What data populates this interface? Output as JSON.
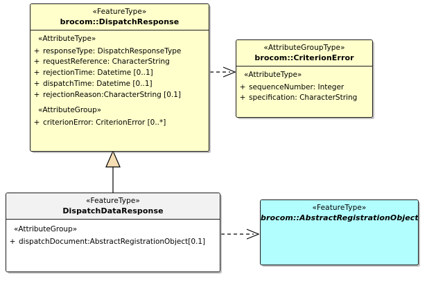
{
  "diagram": {
    "type": "uml-class-diagram",
    "background": "#ffffff",
    "colors": {
      "feature_type_fill": "#ffffcc",
      "attribute_group_type_fill": "#ffffcc",
      "subclass_fill": "#f2f2f2",
      "abstract_fill": "#b2fdfd",
      "border": "#1a1a1a",
      "generalization_triangle_fill": "#f5deb3"
    }
  },
  "classes": {
    "dispatch_response": {
      "stereotype": "«FeatureType»",
      "name": "brocom::DispatchResponse",
      "attribute_type_label": "«AttributeType»",
      "attributes": [
        {
          "visibility": "+",
          "text": "responseType: DispatchResponseType"
        },
        {
          "visibility": "+",
          "text": "requestReference: CharacterString"
        },
        {
          "visibility": "+",
          "text": "rejectionTime: Datetime [0..1]"
        },
        {
          "visibility": "+",
          "text": "dispatchTime: Datetime [0..1]"
        },
        {
          "visibility": "+",
          "text": "rejectionReason:CharacterString [0.1]"
        }
      ],
      "attribute_group_label": "«AttributeGroup»",
      "group_attributes": [
        {
          "visibility": "+",
          "text": "criterionError: CriterionError [0..*]"
        }
      ]
    },
    "criterion_error": {
      "stereotype": "«AttributeGroupType»",
      "name": "brocom::CriterionError",
      "attribute_type_label": "«AttributeType»",
      "attributes": [
        {
          "visibility": "+",
          "text": "sequenceNumber: Integer"
        },
        {
          "visibility": "+",
          "text": "specification: CharacterString"
        }
      ]
    },
    "dispatch_data_response": {
      "stereotype": "«FeatureType»",
      "name": "DispatchDataResponse",
      "attribute_group_label": "«AttributeGroup»",
      "group_attributes": [
        {
          "visibility": "+",
          "text": "dispatchDocument:AbstractRegistrationObject[0.1]"
        }
      ]
    },
    "abstract_registration_object": {
      "stereotype": "«FeatureType»",
      "name": "brocom::AbstractRegistrationObject"
    }
  },
  "relationships": [
    {
      "kind": "dependency",
      "style": "dashed-open-arrow",
      "from": "dispatch_response",
      "to": "criterion_error"
    },
    {
      "kind": "generalization",
      "style": "solid-hollow-triangle",
      "from": "dispatch_data_response",
      "to": "dispatch_response"
    },
    {
      "kind": "dependency",
      "style": "dashed-open-arrow",
      "from": "dispatch_data_response",
      "to": "abstract_registration_object"
    }
  ]
}
